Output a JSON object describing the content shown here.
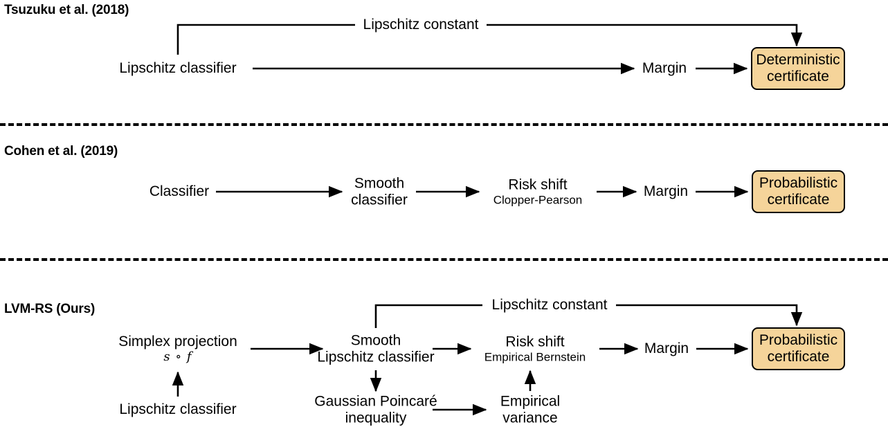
{
  "figure": {
    "background": "#ffffff",
    "line_color": "#000000",
    "certificate_fill": "#f5d49a",
    "certificate_border": "#000000"
  },
  "sections": [
    {
      "id": "tsuzuku",
      "title": "Tsuzuku et al. (2018)",
      "nodes": [
        {
          "id": "lipschitz-classifier",
          "label": "Lipschitz classifier"
        },
        {
          "id": "margin",
          "label": "Margin"
        }
      ],
      "edge_labels": [
        {
          "id": "lipschitz-constant",
          "label": "Lipschitz constant"
        }
      ],
      "certificate": {
        "line1": "Deterministic",
        "line2": "certificate"
      }
    },
    {
      "id": "cohen",
      "title": "Cohen et al. (2019)",
      "nodes": [
        {
          "id": "classifier",
          "label": "Classifier"
        },
        {
          "id": "smooth-classifier",
          "label": "Smooth",
          "sub": "classifier"
        },
        {
          "id": "risk-shift",
          "label": "Risk shift",
          "sub": "Clopper-Pearson"
        },
        {
          "id": "margin",
          "label": "Margin"
        }
      ],
      "edge_labels": [],
      "certificate": {
        "line1": "Probabilistic",
        "line2": "certificate"
      }
    },
    {
      "id": "lvmrs",
      "title": "LVM-RS (Ours)",
      "nodes": [
        {
          "id": "simplex-projection",
          "label": "Simplex projection",
          "math": "s ∘ f"
        },
        {
          "id": "lipschitz-classifier",
          "label": "Lipschitz classifier"
        },
        {
          "id": "smooth-lipschitz-classifier",
          "label": "Smooth",
          "sub": "Lipschitz classifier"
        },
        {
          "id": "gaussian-poincare",
          "label": "Gaussian Poincaré",
          "sub": "inequality"
        },
        {
          "id": "empirical-variance",
          "label": "Empirical",
          "sub": "variance"
        },
        {
          "id": "risk-shift",
          "label": "Risk shift",
          "sub": "Empirical Bernstein"
        },
        {
          "id": "margin",
          "label": "Margin"
        }
      ],
      "edge_labels": [
        {
          "id": "lipschitz-constant",
          "label": "Lipschitz constant"
        }
      ],
      "certificate": {
        "line1": "Probabilistic",
        "line2": "certificate"
      }
    }
  ]
}
